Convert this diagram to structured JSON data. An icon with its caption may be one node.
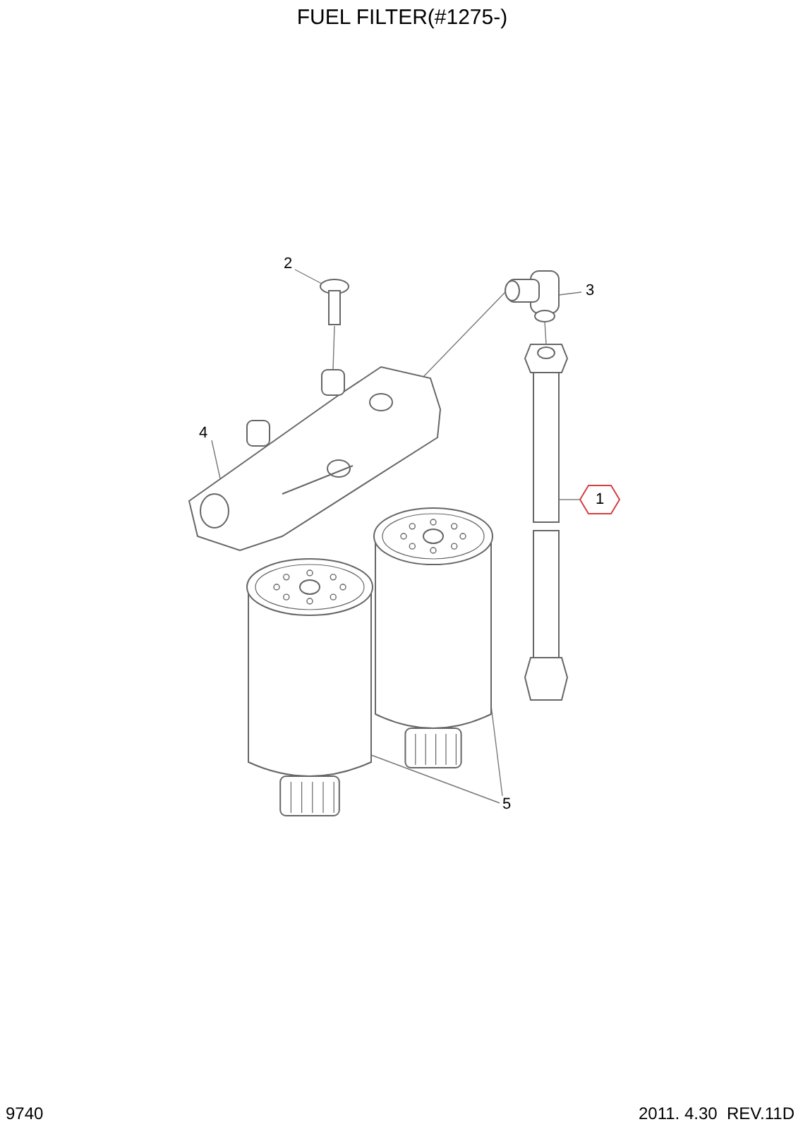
{
  "diagram": {
    "title": "FUEL FILTER(#1275-)",
    "nodes": [
      {
        "text": [
          "2"
        ]
      },
      {
        "text": [],
        "shape": "picture"
      },
      {
        "text": [
          "3"
        ]
      },
      {
        "text": [],
        "shape": "picture"
      },
      {
        "text": [
          "4"
        ]
      },
      {
        "text": [],
        "shape": "picture"
      },
      {
        "text": [],
        "shape": "picture"
      },
      {
        "text": [
          "1"
        ]
      },
      {
        "text": [],
        "shape": "picture"
      },
      {
        "text": [],
        "shape": "picture"
      },
      {
        "text": [
          "5"
        ]
      }
    ],
    "edges": [
      {
        "from": 0,
        "to": 1,
        "arrow": "none"
      },
      {
        "from": 2,
        "to": 3,
        "arrow": "none"
      },
      {
        "from": 4,
        "to": 5,
        "arrow": "none"
      },
      {
        "from": 7,
        "to": 6,
        "arrow": "none"
      },
      {
        "from": 10,
        "to": 8,
        "arrow": "none"
      },
      {
        "from": 10,
        "to": 9,
        "arrow": "none"
      },
      {
        "from": 1,
        "to": 5,
        "arrow": "none"
      },
      {
        "from": 3,
        "to": 5,
        "arrow": "none"
      },
      {
        "from": 3,
        "to": 6,
        "arrow": "none"
      }
    ],
    "labels": [
      "9740",
      "2011. 4.30  REV.11D"
    ]
  }
}
